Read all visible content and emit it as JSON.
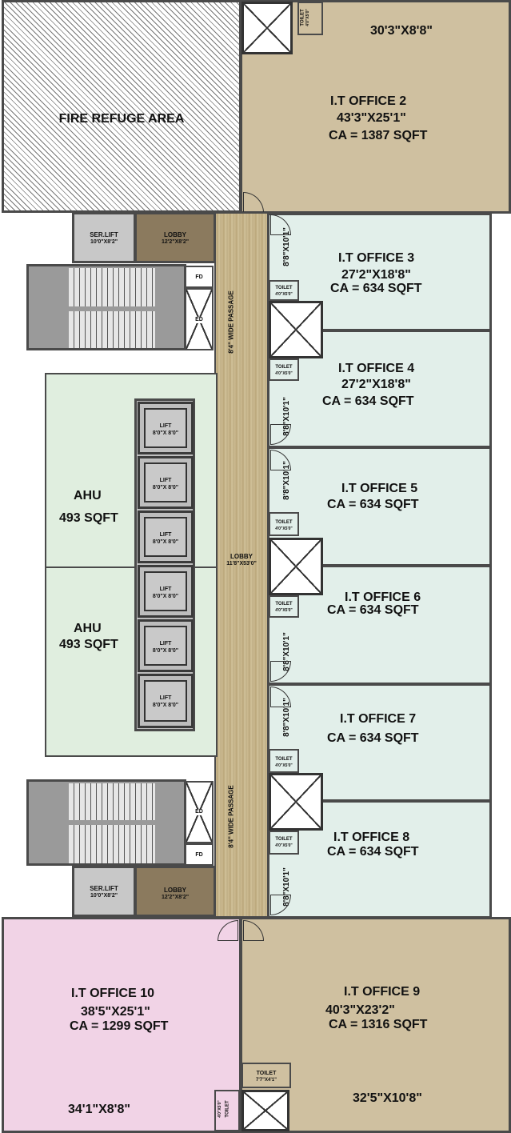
{
  "fire_refuge": {
    "label": "FIRE REFUGE AREA"
  },
  "office2": {
    "dims_top": "30'3\"X8'8\"",
    "name": "I.T OFFICE  2",
    "dims": "43'3\"X25'1\"",
    "area": "CA = 1387 SQFT",
    "toilet": "TOILET",
    "toilet_dims": "4'0\"X5'0\""
  },
  "ser_lift_top": {
    "label": "SER.LIFT",
    "dims": "10'0\"X8'2\""
  },
  "lobby_top": {
    "label": "LOBBY",
    "dims": "12'2\"X8'2\""
  },
  "fd_top": "FD",
  "ed_top": "ED",
  "passage_top": "8'4\" WIDE PASSAGE",
  "passage_bottom": "8'4\" WIDE PASSAGE",
  "office3": {
    "name": "I.T OFFICE  3",
    "dims": "27'2\"X18'8\"",
    "area": "CA = 634 SQFT",
    "side_dim": "8'8\"X10'1\"",
    "toilet": "TOILET",
    "toilet_dims": "4'0\"X5'0\""
  },
  "office4": {
    "name": "I.T OFFICE  4",
    "dims": "27'2\"X18'8\"",
    "area": "CA = 634 SQFT",
    "side_dim": "8'8\"X10'1\"",
    "toilet": "TOILET",
    "toilet_dims": "4'0\"X5'0\""
  },
  "office5": {
    "name": "I.T OFFICE  5",
    "area": "CA = 634 SQFT",
    "side_dim": "8'8\"X10'1\"",
    "toilet": "TOILET",
    "toilet_dims": "4'0\"X5'0\""
  },
  "office6": {
    "name": "I.T OFFICE  6",
    "area": "CA = 634 SQFT",
    "side_dim": "8'8\"X10'1\"",
    "toilet": "TOILET",
    "toilet_dims": "4'0\"X5'0\""
  },
  "office7": {
    "name": "I.T OFFICE  7",
    "area": "CA = 634 SQFT",
    "side_dim": "8'8\"X10'1\"",
    "toilet": "TOILET",
    "toilet_dims": "4'0\"X5'0\""
  },
  "office8": {
    "name": "I.T OFFICE  8",
    "area": "CA = 634 SQFT",
    "side_dim": "8'8\"X10'1\"",
    "toilet": "TOILET",
    "toilet_dims": "4'0\"X5'0\""
  },
  "ahu1": {
    "name": "AHU",
    "area": "493 SQFT"
  },
  "ahu2": {
    "name": "AHU",
    "area": "493 SQFT"
  },
  "lifts": [
    {
      "label": "LIFT",
      "dims": "8'0\"X 8'0\""
    },
    {
      "label": "LIFT",
      "dims": "8'0\"X 8'0\""
    },
    {
      "label": "LIFT",
      "dims": "8'0\"X 8'0\""
    },
    {
      "label": "LIFT",
      "dims": "8'0\"X 8'0\""
    },
    {
      "label": "LIFT",
      "dims": "8'0\"X 8'0\""
    },
    {
      "label": "LIFT",
      "dims": "8'0\"X 8'0\""
    }
  ],
  "lobby_main": {
    "label": "LOBBY",
    "dims": "11'8\"X53'0\""
  },
  "ed_bottom": "ED",
  "fd_bottom": "FD",
  "ser_lift_bottom": {
    "label": "SER.LIFT",
    "dims": "10'0\"X8'2\""
  },
  "lobby_bottom": {
    "label": "LOBBY",
    "dims": "12'2\"X8'2\""
  },
  "office10": {
    "name": "I.T OFFICE 10",
    "dims": "38'5\"X25'1\"",
    "area": "CA = 1299 SQFT",
    "dims_bottom": "34'1\"X8'8\"",
    "toilet": "TOILET",
    "toilet_dims": "4'0\"X5'0\""
  },
  "office9": {
    "name": "I.T OFFICE  9",
    "dims": "40'3\"X23'2\"",
    "area": "CA = 1316 SQFT",
    "dims_bottom": "32'5\"X10'8\"",
    "toilet": "TOILET",
    "toilet_dims": "7'7\"X4'1\""
  }
}
